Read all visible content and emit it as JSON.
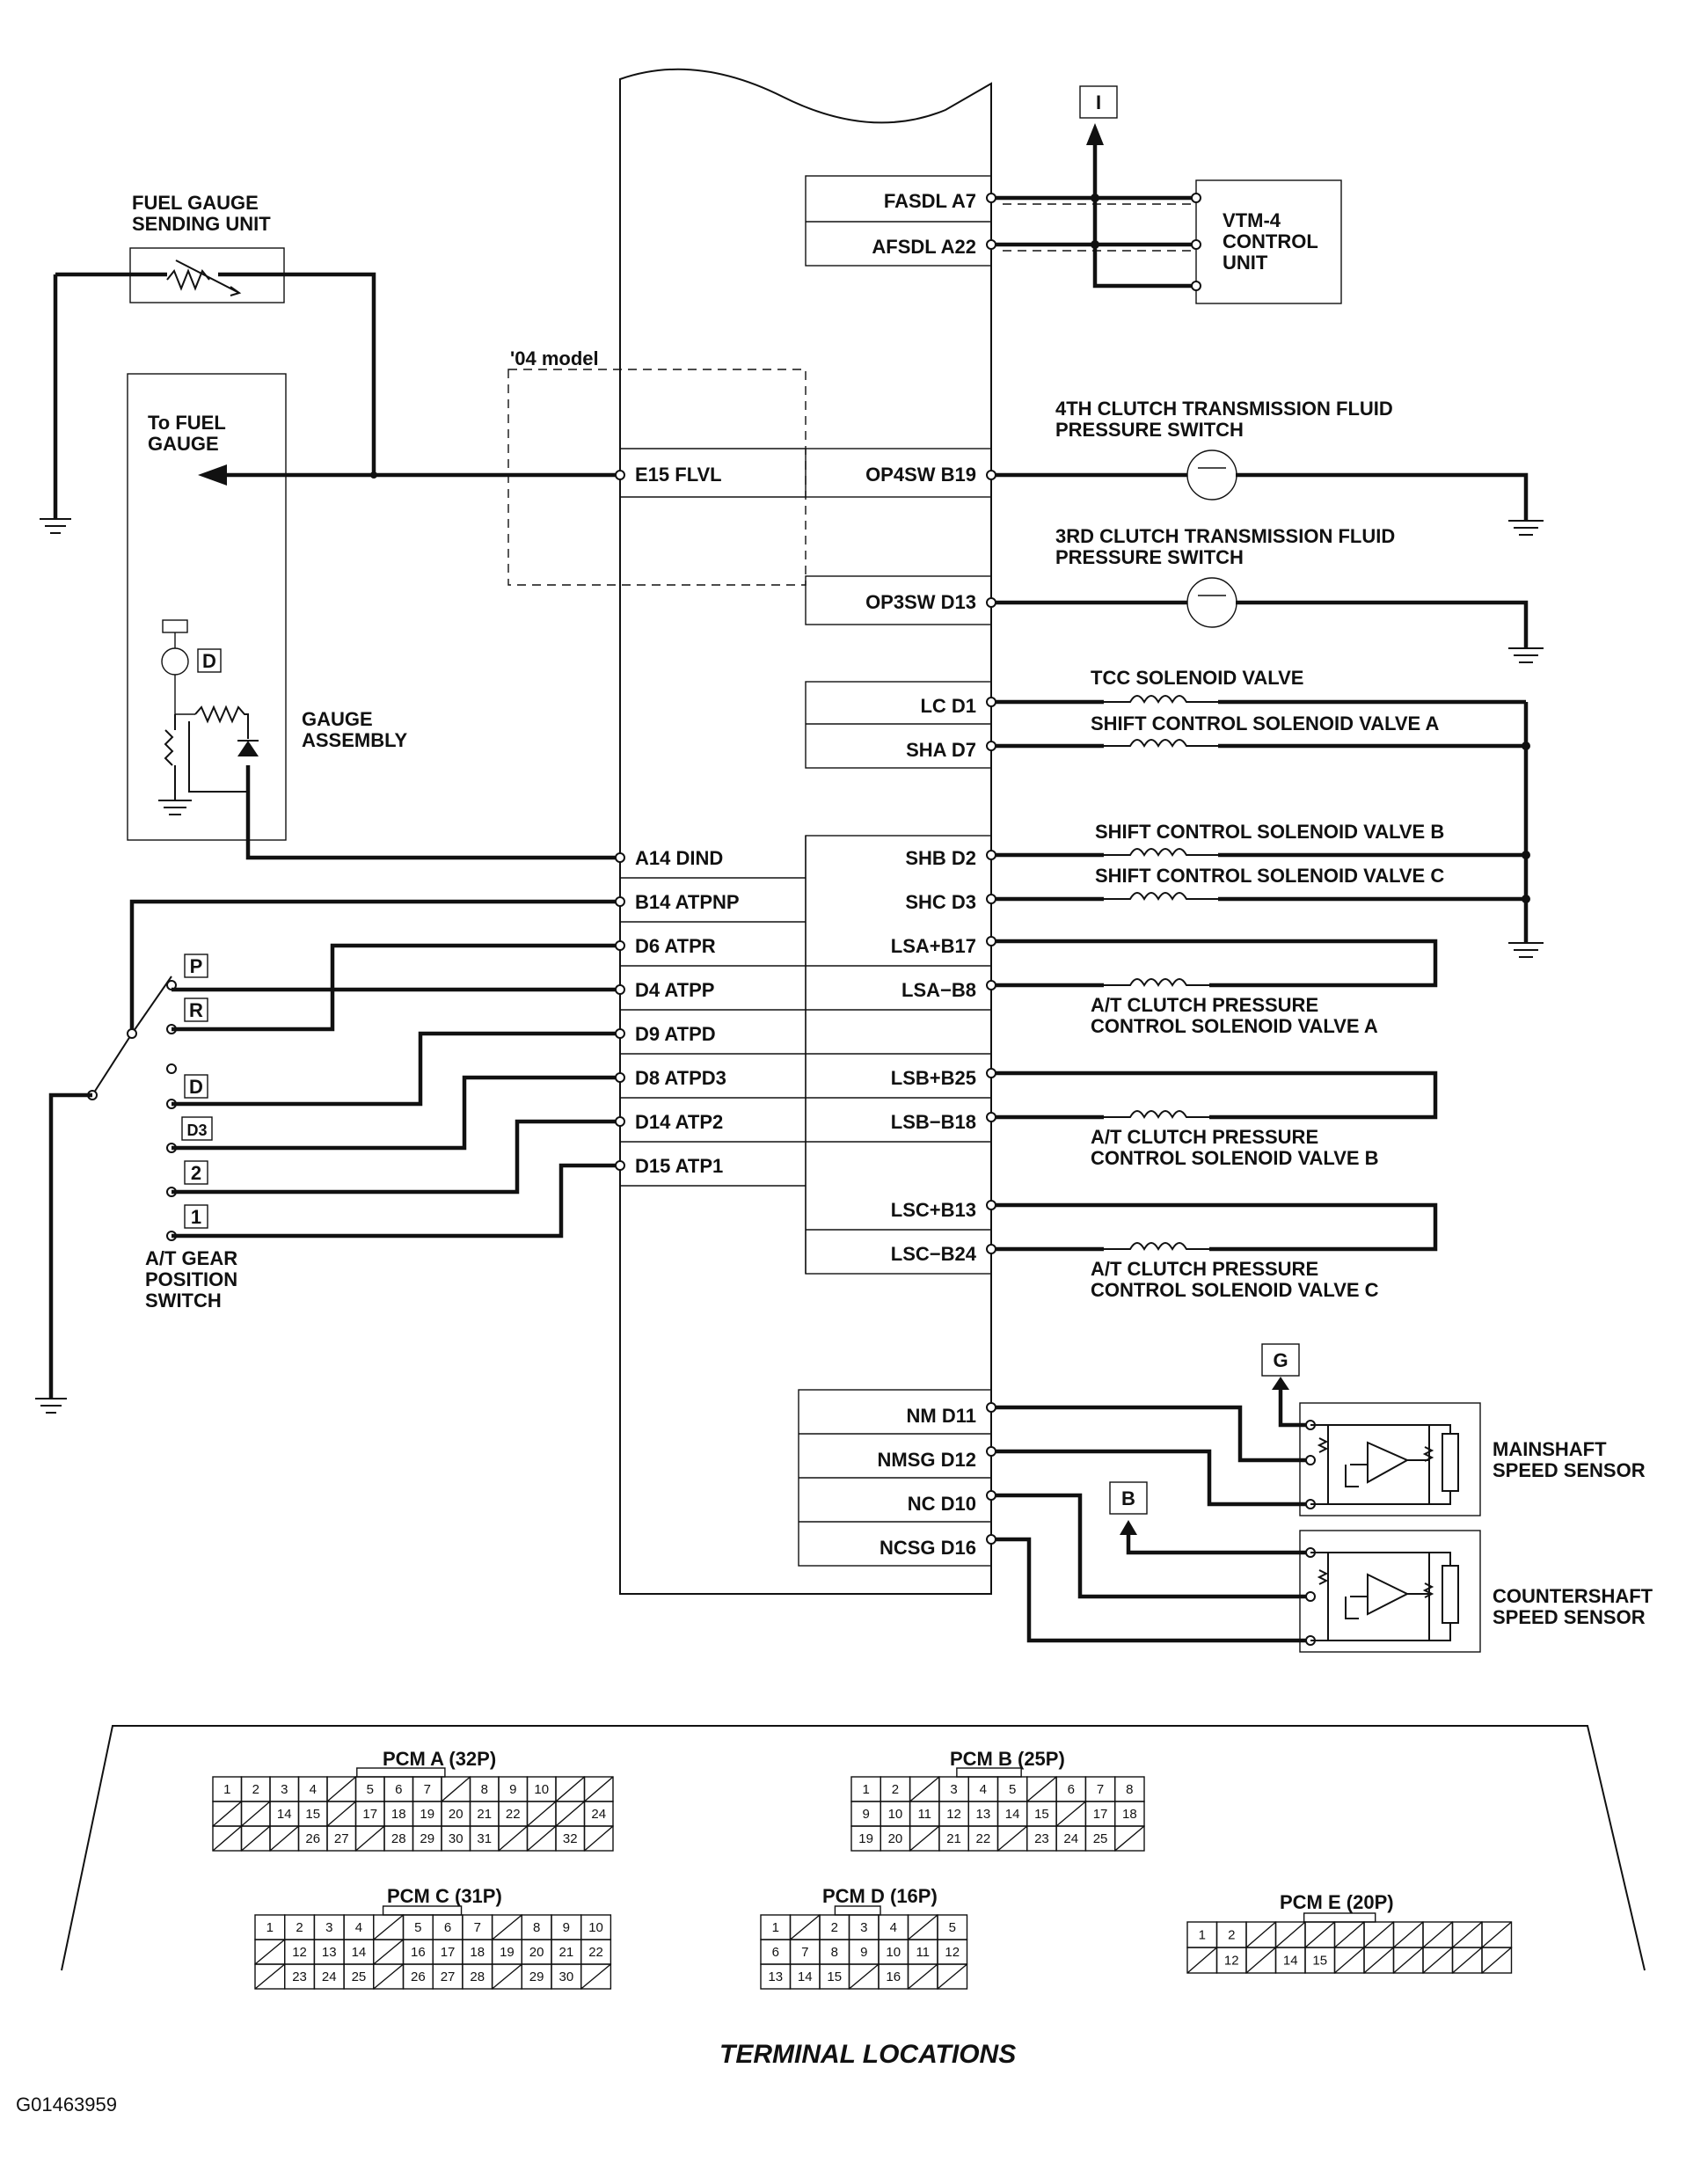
{
  "figure_id": "G01463959",
  "footer_title": "TERMINAL LOCATIONS",
  "model_note": "'04 model",
  "pcm_left_pins": [
    {
      "id": "e15",
      "label": "E15 FLVL"
    },
    {
      "id": "a14",
      "label": "A14 DIND"
    },
    {
      "id": "b14",
      "label": "B14 ATPNP"
    },
    {
      "id": "d6",
      "label": "D6 ATPR"
    },
    {
      "id": "d4",
      "label": "D4 ATPP"
    },
    {
      "id": "d9",
      "label": "D9 ATPD"
    },
    {
      "id": "d8",
      "label": "D8 ATPD3"
    },
    {
      "id": "d14",
      "label": "D14 ATP2"
    },
    {
      "id": "d15",
      "label": "D15 ATP1"
    }
  ],
  "pcm_right_pins": [
    {
      "id": "a7",
      "label": "FASDL A7"
    },
    {
      "id": "a22",
      "label": "AFSDL A22"
    },
    {
      "id": "b19",
      "label": "OP4SW B19"
    },
    {
      "id": "d13",
      "label": "OP3SW D13"
    },
    {
      "id": "d1",
      "label": "LC D1"
    },
    {
      "id": "d7",
      "label": "SHA D7"
    },
    {
      "id": "d2",
      "label": "SHB D2"
    },
    {
      "id": "d3",
      "label": "SHC D3"
    },
    {
      "id": "b17",
      "label": "LSA+B17"
    },
    {
      "id": "b8",
      "label": "LSA−B8"
    },
    {
      "id": "b25",
      "label": "LSB+B25"
    },
    {
      "id": "b18",
      "label": "LSB−B18"
    },
    {
      "id": "b13",
      "label": "LSC+B13"
    },
    {
      "id": "b24",
      "label": "LSC−B24"
    },
    {
      "id": "d11",
      "label": "NM D11"
    },
    {
      "id": "d12",
      "label": "NMSG D12"
    },
    {
      "id": "d10",
      "label": "NC D10"
    },
    {
      "id": "d16",
      "label": "NCSG D16"
    }
  ],
  "components": {
    "fuel_sender": [
      "FUEL GAUGE",
      "SENDING UNIT"
    ],
    "to_fuel_gauge": [
      "To FUEL",
      "GAUGE"
    ],
    "gauge_assembly": [
      "GAUGE",
      "ASSEMBLY"
    ],
    "vtm4": [
      "VTM-4",
      "CONTROL",
      "UNIT"
    ],
    "op4_switch": [
      "4TH CLUTCH TRANSMISSION FLUID",
      "PRESSURE SWITCH"
    ],
    "op3_switch": [
      "3RD CLUTCH TRANSMISSION FLUID",
      "PRESSURE SWITCH"
    ],
    "tcc": "TCC SOLENOID VALVE",
    "sha": "SHIFT CONTROL SOLENOID VALVE A",
    "shb": "SHIFT CONTROL SOLENOID VALVE B",
    "shc": "SHIFT CONTROL SOLENOID VALVE C",
    "lsa": [
      "A/T CLUTCH PRESSURE",
      "CONTROL SOLENOID VALVE A"
    ],
    "lsb": [
      "A/T CLUTCH PRESSURE",
      "CONTROL SOLENOID VALVE B"
    ],
    "lsc": [
      "A/T CLUTCH PRESSURE",
      "CONTROL SOLENOID VALVE C"
    ],
    "mainshaft": [
      "MAINSHAFT",
      "SPEED SENSOR"
    ],
    "countershaft": [
      "COUNTERSHAFT",
      "SPEED SENSOR"
    ],
    "gear_switch": [
      "A/T GEAR",
      "POSITION",
      "SWITCH"
    ]
  },
  "ref_boxes": {
    "i": "I",
    "g": "G",
    "b": "B",
    "d": "D"
  },
  "gear_positions": [
    "P",
    "R",
    "D",
    "D3",
    "2",
    "1"
  ],
  "connectors": {
    "a": {
      "title": "PCM A (32P)",
      "row1": [
        "1",
        "2",
        "3",
        "4",
        "",
        "5",
        "6",
        "7",
        "",
        "8",
        "9",
        "10",
        "",
        ""
      ],
      "row2": [
        "",
        "",
        "14",
        "15",
        "",
        "17",
        "18",
        "19",
        "20",
        "21",
        "22",
        "",
        "",
        "24"
      ],
      "row3": [
        "",
        "",
        "",
        "26",
        "27",
        "",
        "28",
        "29",
        "30",
        "31",
        "",
        "",
        "32",
        ""
      ]
    },
    "b": {
      "title": "PCM B (25P)",
      "row1": [
        "1",
        "2",
        "",
        "3",
        "4",
        "5",
        "",
        "6",
        "7",
        "8"
      ],
      "row2": [
        "9",
        "10",
        "11",
        "12",
        "13",
        "14",
        "15",
        "",
        "17",
        "18"
      ],
      "row3": [
        "19",
        "20",
        "",
        "21",
        "22",
        "",
        "23",
        "24",
        "25",
        ""
      ]
    },
    "c": {
      "title": "PCM C (31P)",
      "row1": [
        "1",
        "2",
        "3",
        "4",
        "",
        "5",
        "6",
        "7",
        "",
        "8",
        "9",
        "10"
      ],
      "row2": [
        "",
        "12",
        "13",
        "14",
        "",
        "16",
        "17",
        "18",
        "19",
        "20",
        "21",
        "22"
      ],
      "row3": [
        "",
        "23",
        "24",
        "25",
        "",
        "26",
        "27",
        "28",
        "",
        "29",
        "30",
        ""
      ]
    },
    "d": {
      "title": "PCM D (16P)",
      "row1": [
        "1",
        "",
        "2",
        "3",
        "4",
        "",
        "5"
      ],
      "row2": [
        "6",
        "7",
        "8",
        "9",
        "10",
        "11",
        "12"
      ],
      "row3": [
        "13",
        "14",
        "15",
        "",
        "16",
        "",
        ""
      ]
    },
    "e": {
      "title": "PCM E (20P)",
      "row1": [
        "1",
        "2",
        "",
        "",
        "",
        "",
        "",
        "",
        "",
        "",
        ""
      ],
      "row2": [
        "",
        "12",
        "",
        "14",
        "15",
        "",
        "",
        "",
        "",
        "",
        ""
      ]
    }
  }
}
